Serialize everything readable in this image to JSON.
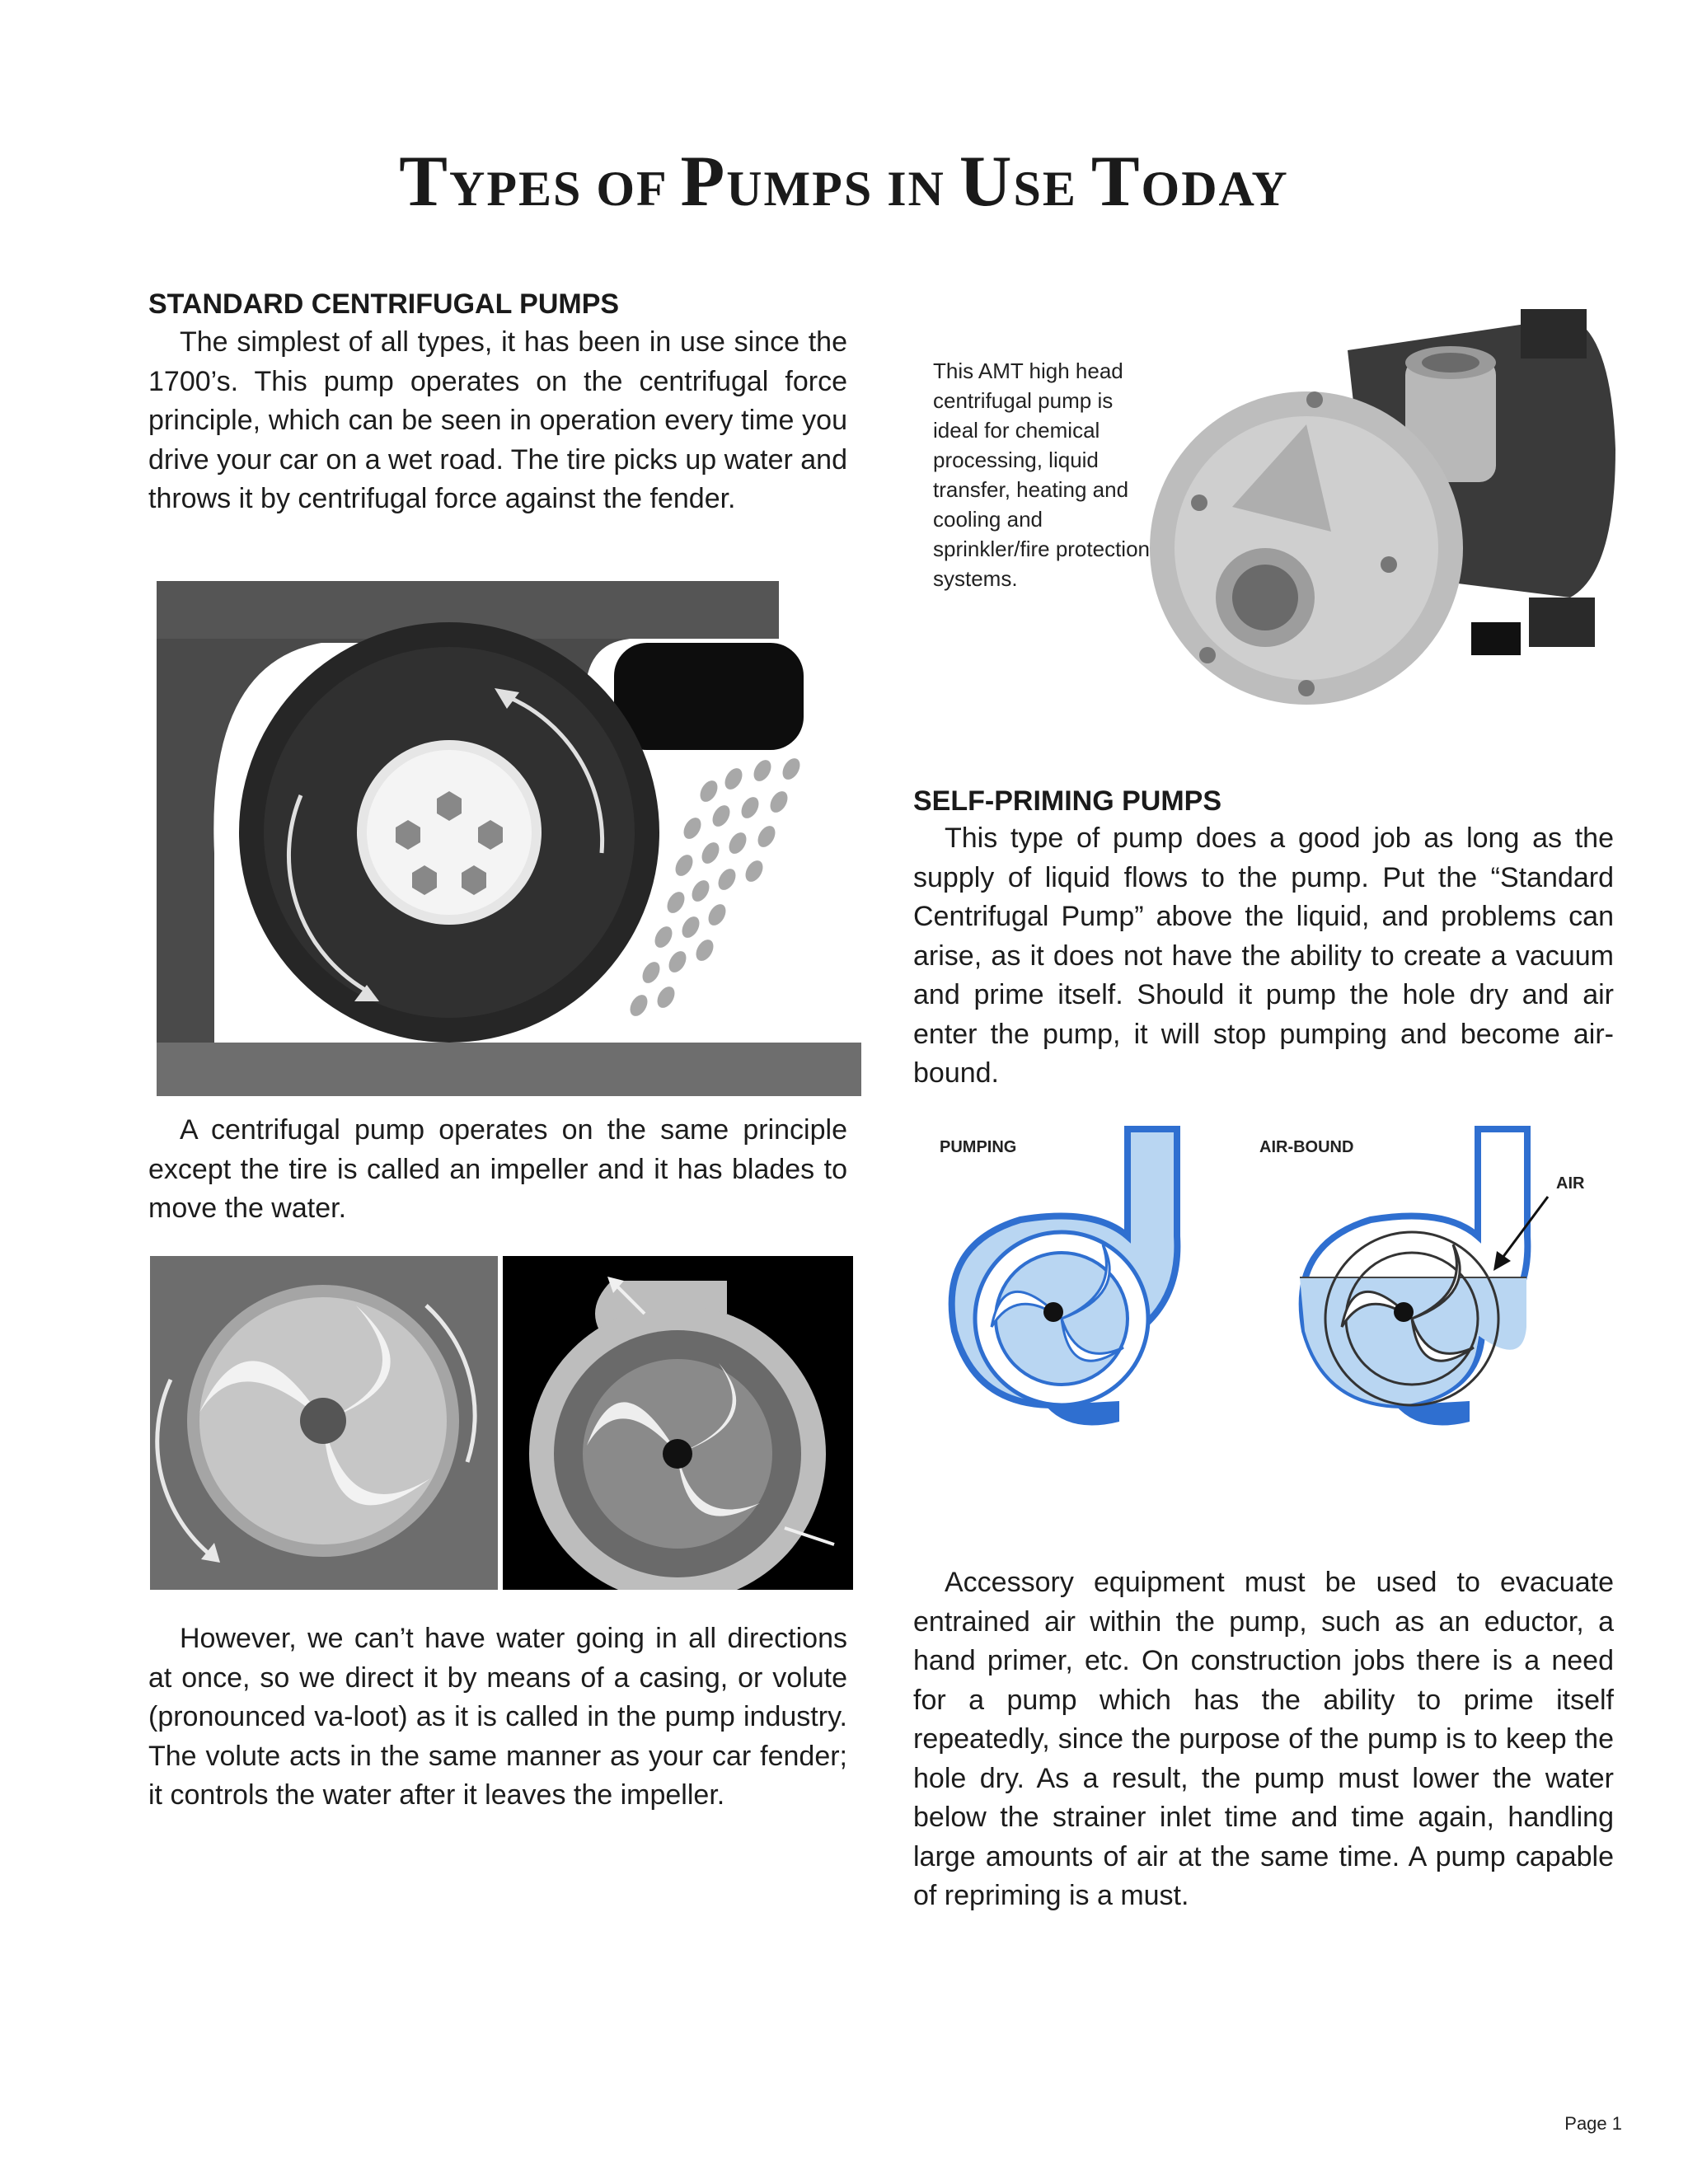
{
  "page": {
    "title_parts": [
      "T",
      "YPES OF ",
      "P",
      "UMPS IN ",
      "U",
      "SE ",
      "T",
      "ODAY"
    ],
    "page_number": "Page 1"
  },
  "left": {
    "section1_heading": "STANDARD CENTRIFUGAL PUMPS",
    "para1": "The simplest of all types, it has been in use since the 1700’s. This pump operates on the centrifugal force principle, which can be seen in operation every time you drive your car on a wet road. The tire picks up water and throws it by centrifugal force against the fender.",
    "para2": "A centrifugal pump operates on the same principle except the tire is called an impeller and it has blades to move the water.",
    "para3": "However, we can’t have water going in all directions at once, so we direct it by means of a casing, or volute (pronounced va-loot) as it is called in the pump industry. The volute acts in the same manner as your car fender; it controls the water after it leaves the impeller."
  },
  "right": {
    "photo_caption": "This  AMT high head centrifugal pump is ideal for chemical processing, liquid transfer, heating and cooling and sprinkler/fire protection systems.",
    "section2_heading": "SELF-PRIMING PUMPS",
    "para4": "This type of pump does a good job as long as the supply of liquid flows to the pump. Put the “Standard Centrifugal Pump” above the liquid, and problems can arise, as it does not have the ability to create a vacuum and prime itself. Should it pump the hole dry and air enter the pump, it will stop pumping and become air-bound.",
    "diagram_labels": {
      "pumping": "PUMPING",
      "air_bound": "AIR-BOUND",
      "air": "AIR"
    },
    "para5": "Accessory equipment must be used to evacuate entrained air within the pump, such as an eductor, a hand primer, etc. On construction jobs there is a need for a pump which has the ability to prime itself repeatedly, since the purpose of the pump is to keep the hole dry. As a result, the pump must lower the water below the strainer inlet time and time again, handling large amounts of air at the same time. A pump capable of repriming is a must."
  },
  "colors": {
    "pump_blue": "#2f6fd0",
    "water_blue": "#b9d6f2",
    "tire_dark": "#2e2e2e"
  }
}
